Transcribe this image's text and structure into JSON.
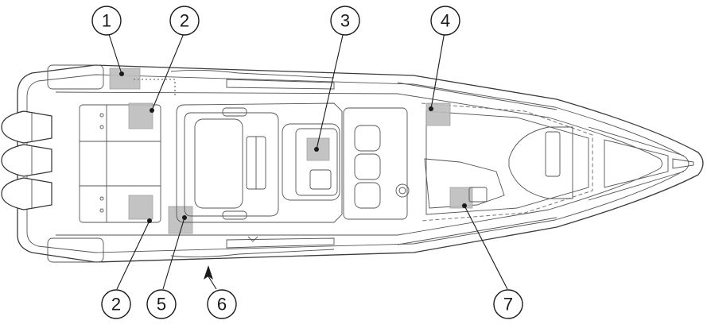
{
  "figure": {
    "subject": "boat-top-view",
    "colors": {
      "line": "#3a3a3a",
      "highlight": "#bdbdbd",
      "label": "#1a1a1a"
    }
  },
  "callouts": {
    "c1_top": "1",
    "c2_top": "2",
    "c3_top": "3",
    "c4_top": "4",
    "c2_bottom": "2",
    "c5_bottom": "5",
    "c6_bottom": "6",
    "c7_bottom": "7"
  }
}
